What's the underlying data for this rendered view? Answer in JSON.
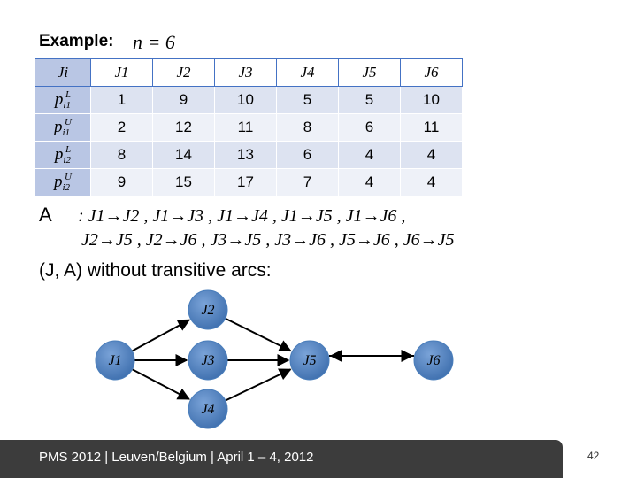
{
  "title": {
    "label": "Example:",
    "n_equation": "n = 6"
  },
  "table": {
    "header": [
      "Ji",
      "J1",
      "J2",
      "J3",
      "J4",
      "J5",
      "J6"
    ],
    "rows": [
      {
        "label_main": "p",
        "label_sub": "i1",
        "label_sup": "L",
        "values": [
          "1",
          "9",
          "10",
          "5",
          "5",
          "10"
        ]
      },
      {
        "label_main": "p",
        "label_sub": "i1",
        "label_sup": "U",
        "values": [
          "2",
          "12",
          "11",
          "8",
          "6",
          "11"
        ]
      },
      {
        "label_main": "p",
        "label_sub": "i2",
        "label_sup": "L",
        "values": [
          "8",
          "14",
          "13",
          "6",
          "4",
          "4"
        ]
      },
      {
        "label_main": "p",
        "label_sub": "i2",
        "label_sup": "U",
        "values": [
          "9",
          "15",
          "17",
          "7",
          "4",
          "4"
        ]
      }
    ]
  },
  "arcs": {
    "label": "A",
    "line1": ": J1→J2 , J1→J3 , J1→J4 , J1→J5 , J1→J6 ,",
    "line2": "J2→J5 , J2→J6 , J3→J5 , J3→J6 , J5→J6 , J6→J5"
  },
  "graph": {
    "caption_math": "(J, A)",
    "caption_text": "without transitive arcs:",
    "nodes": [
      {
        "id": "J1",
        "label": "J1"
      },
      {
        "id": "J2",
        "label": "J2"
      },
      {
        "id": "J3",
        "label": "J3"
      },
      {
        "id": "J4",
        "label": "J4"
      },
      {
        "id": "J5",
        "label": "J5"
      },
      {
        "id": "J6",
        "label": "J6"
      }
    ],
    "edges": [
      {
        "from": "J1",
        "to": "J2"
      },
      {
        "from": "J1",
        "to": "J3"
      },
      {
        "from": "J1",
        "to": "J4"
      },
      {
        "from": "J2",
        "to": "J5"
      },
      {
        "from": "J3",
        "to": "J5"
      },
      {
        "from": "J4",
        "to": "J5"
      },
      {
        "from": "J5",
        "to": "J6"
      },
      {
        "from": "J6",
        "to": "J5"
      }
    ],
    "node_color": "#4a7ebb"
  },
  "footer": {
    "text": "PMS 2012 | Leuven/Belgium | April 1 – 4, 2012",
    "page": "42"
  }
}
